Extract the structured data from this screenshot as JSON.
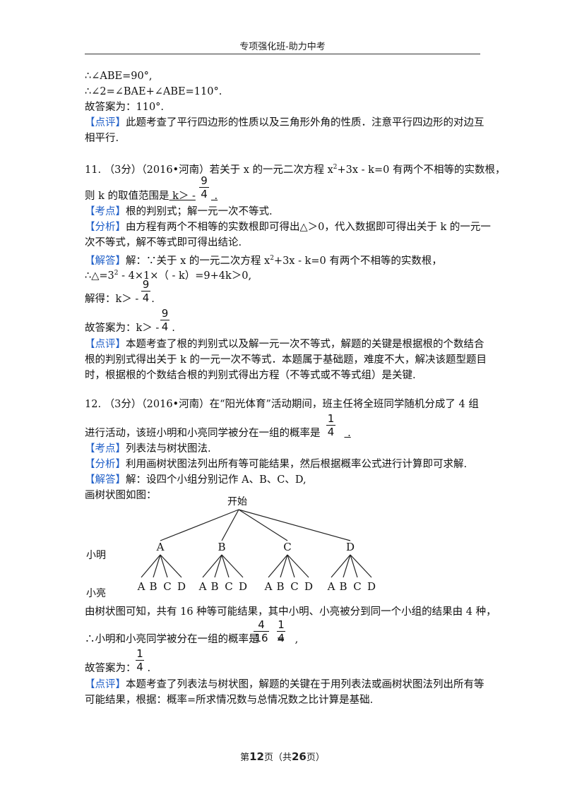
{
  "header": {
    "title": "专项强化班-助力中考"
  },
  "q10": {
    "l1": "∴∠ABE=90°,",
    "l2": "∴∠2=∠BAE+∠ABE=110°.",
    "l3": "故答案为：110°.",
    "pingping_tag": "【点评】",
    "pingping_1": "此题考查了平行四边形的性质以及三角形外角的性质．注意平行四边形的对边互",
    "pingping_2": "相平行."
  },
  "q11": {
    "stem_1a": "11.  （3分）（2016•河南）若关于 x 的一元二次方程 x",
    "stem_1sup": "2",
    "stem_1b": "+3x - k=0 有两个不相等的实数根，",
    "stem_2a": "则 k 的取值范围是",
    "stem_2ans": "   k＞ -",
    "stem_2c": "   .",
    "frac_num": "9",
    "frac_den": "4",
    "kaodian_tag": "【考点】",
    "kaodian": "根的判别式；解一元一次不等式.",
    "fenxi_tag": "【分析】",
    "fenxi_1": "由方程有两个不相等的实数根即可得出△＞0，代入数据即可得出关于 k 的一元一",
    "fenxi_2": "次不等式，解不等式即可得出结论.",
    "jieda_tag": "【解答】",
    "jieda_1a": "解：∵关于 x 的一元二次方程 x",
    "jieda_1b": "+3x - k=0 有两个不相等的实数根，",
    "jieda_2a": "∴△=3",
    "jieda_2b": " - 4×1×（ - k）=9+4k＞0,",
    "jieda_3": "解得：k＞ -",
    "jieda_4": "故答案为：k＞ -",
    "pingping_tag": "【点评】",
    "pingping_1": "本题考查了根的判别式以及解一元一次不等式，解题的关键是根据根的个数结合",
    "pingping_2": "根的判别式得出关于 k 的一元一次不等式．本题属于基础题，难度不大，解决该题型题目",
    "pingping_3": "时，根据根的个数结合根的判别式得出方程（不等式或不等式组）是关键."
  },
  "q12": {
    "stem_1": "12.  （3分）（2016•河南）在“阳光体育”活动期间，班主任将全班同学随机分成了 4 组",
    "stem_2a": "进行活动，该班小明和小亮同学被分在一组的概率是",
    "stem_2c": "  .",
    "frac_num": "1",
    "frac_den": "4",
    "kaodian_tag": "【考点】",
    "kaodian": "列表法与树状图法.",
    "fenxi_tag": "【分析】",
    "fenxi": "利用画树状图法列出所有等可能结果，然后根据概率公式进行计算即可求解.",
    "jieda_tag": "【解答】",
    "jieda_1": "解：设四个小组分别记作 A、B、C、D,",
    "jieda_2": "画树状图如图：",
    "tree": {
      "root": "开始",
      "level1_label": "小明",
      "level2_label": "小亮",
      "groups": [
        "A",
        "B",
        "C",
        "D"
      ],
      "leaves": [
        "A",
        "B",
        "C",
        "D"
      ]
    },
    "after_1": "由树状图可知，共有 16 种等可能结果，其中小明、小亮被分到同一个小组的结果由 4 种，",
    "after_2": "∴小明和小亮同学被分在一组的概率是",
    "after_2_eq": "=",
    "after_2_end": ",",
    "prob_num": "4",
    "prob_den": "16",
    "prob2_num": "1",
    "prob2_den": "4",
    "answer": "故答案为：",
    "answer_end": ".",
    "pingping_tag": "【点评】",
    "pingping_1": "本题考查了列表法与树状图，解题的关键在于用列表法或画树状图法列出所有等",
    "pingping_2": "可能结果，根据：概率=所求情况数与总情况数之比计算是基础."
  },
  "footer": {
    "pre": "第",
    "page": "12",
    "mid": "页（共",
    "total": "26",
    "post": "页）"
  }
}
